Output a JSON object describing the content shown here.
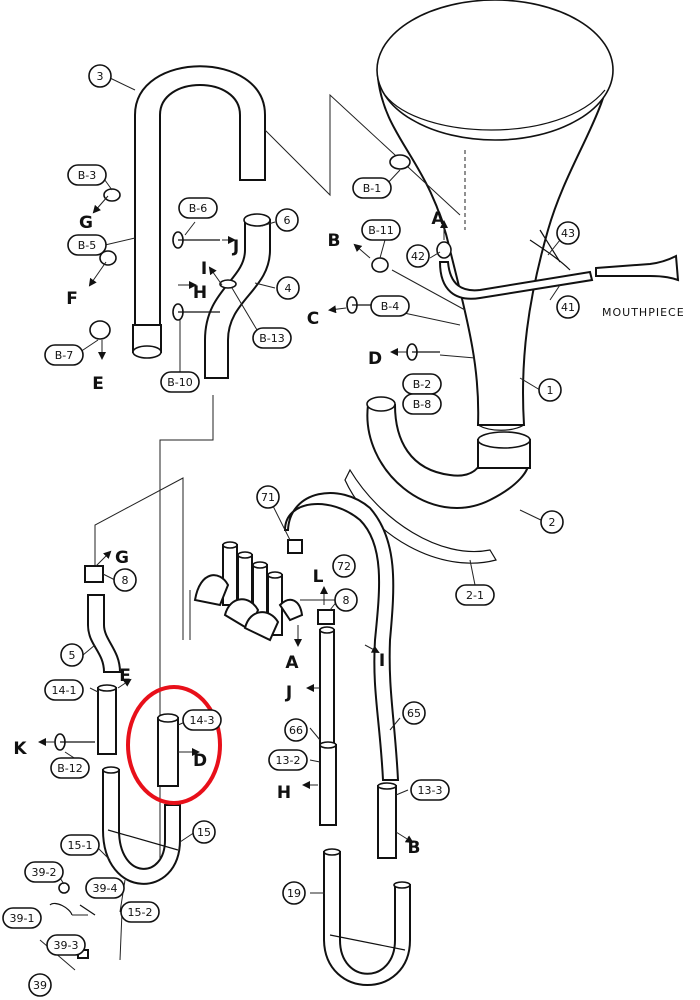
{
  "parts": [
    {
      "id": "p3",
      "text": "3"
    },
    {
      "id": "pB3",
      "text": "B-3"
    },
    {
      "id": "pB5",
      "text": "B-5"
    },
    {
      "id": "pB6",
      "text": "B-6"
    },
    {
      "id": "p6",
      "text": "6"
    },
    {
      "id": "p4",
      "text": "4"
    },
    {
      "id": "pB13",
      "text": "B-13"
    },
    {
      "id": "pB7",
      "text": "B-7"
    },
    {
      "id": "pB10",
      "text": "B-10"
    },
    {
      "id": "pB1",
      "text": "B-1"
    },
    {
      "id": "pB11",
      "text": "B-11"
    },
    {
      "id": "p42",
      "text": "42"
    },
    {
      "id": "p43",
      "text": "43"
    },
    {
      "id": "p41",
      "text": "41"
    },
    {
      "id": "pB4",
      "text": "B-4"
    },
    {
      "id": "pB2",
      "text": "B-2"
    },
    {
      "id": "pB8",
      "text": "B-8"
    },
    {
      "id": "p1",
      "text": "1"
    },
    {
      "id": "p2",
      "text": "2"
    },
    {
      "id": "p21",
      "text": "2-1"
    },
    {
      "id": "p71",
      "text": "71"
    },
    {
      "id": "p72",
      "text": "72"
    },
    {
      "id": "p8a",
      "text": "8"
    },
    {
      "id": "p8b",
      "text": "8"
    },
    {
      "id": "p5",
      "text": "5"
    },
    {
      "id": "p141",
      "text": "14-1"
    },
    {
      "id": "p143",
      "text": "14-3"
    },
    {
      "id": "pB12",
      "text": "B-12"
    },
    {
      "id": "p15",
      "text": "15"
    },
    {
      "id": "p151",
      "text": "15-1"
    },
    {
      "id": "p152",
      "text": "15-2"
    },
    {
      "id": "p392",
      "text": "39-2"
    },
    {
      "id": "p394",
      "text": "39-4"
    },
    {
      "id": "p391",
      "text": "39-1"
    },
    {
      "id": "p393",
      "text": "39-3"
    },
    {
      "id": "p39",
      "text": "39"
    },
    {
      "id": "p66",
      "text": "66"
    },
    {
      "id": "p65",
      "text": "65"
    },
    {
      "id": "p132",
      "text": "13-2"
    },
    {
      "id": "p133",
      "text": "13-3"
    },
    {
      "id": "p19",
      "text": "19"
    }
  ],
  "letters": [
    {
      "id": "lG1",
      "text": "G"
    },
    {
      "id": "lF",
      "text": "F"
    },
    {
      "id": "lE1",
      "text": "E"
    },
    {
      "id": "lJ1",
      "text": "J"
    },
    {
      "id": "lI1",
      "text": "I"
    },
    {
      "id": "lH1",
      "text": "H"
    },
    {
      "id": "lA1",
      "text": "A"
    },
    {
      "id": "lB1",
      "text": "B"
    },
    {
      "id": "lC",
      "text": "C"
    },
    {
      "id": "lD1",
      "text": "D"
    },
    {
      "id": "lG2",
      "text": "G"
    },
    {
      "id": "lE2",
      "text": "E"
    },
    {
      "id": "lK",
      "text": "K"
    },
    {
      "id": "lD2",
      "text": "D"
    },
    {
      "id": "lA2",
      "text": "A"
    },
    {
      "id": "lL",
      "text": "L"
    },
    {
      "id": "lI2",
      "text": "I"
    },
    {
      "id": "lJ2",
      "text": "J"
    },
    {
      "id": "lH2",
      "text": "H"
    },
    {
      "id": "lB2",
      "text": "B"
    }
  ],
  "mouthpiece_label": "MOUTHPIECE",
  "highlight_color": "#e8101a"
}
